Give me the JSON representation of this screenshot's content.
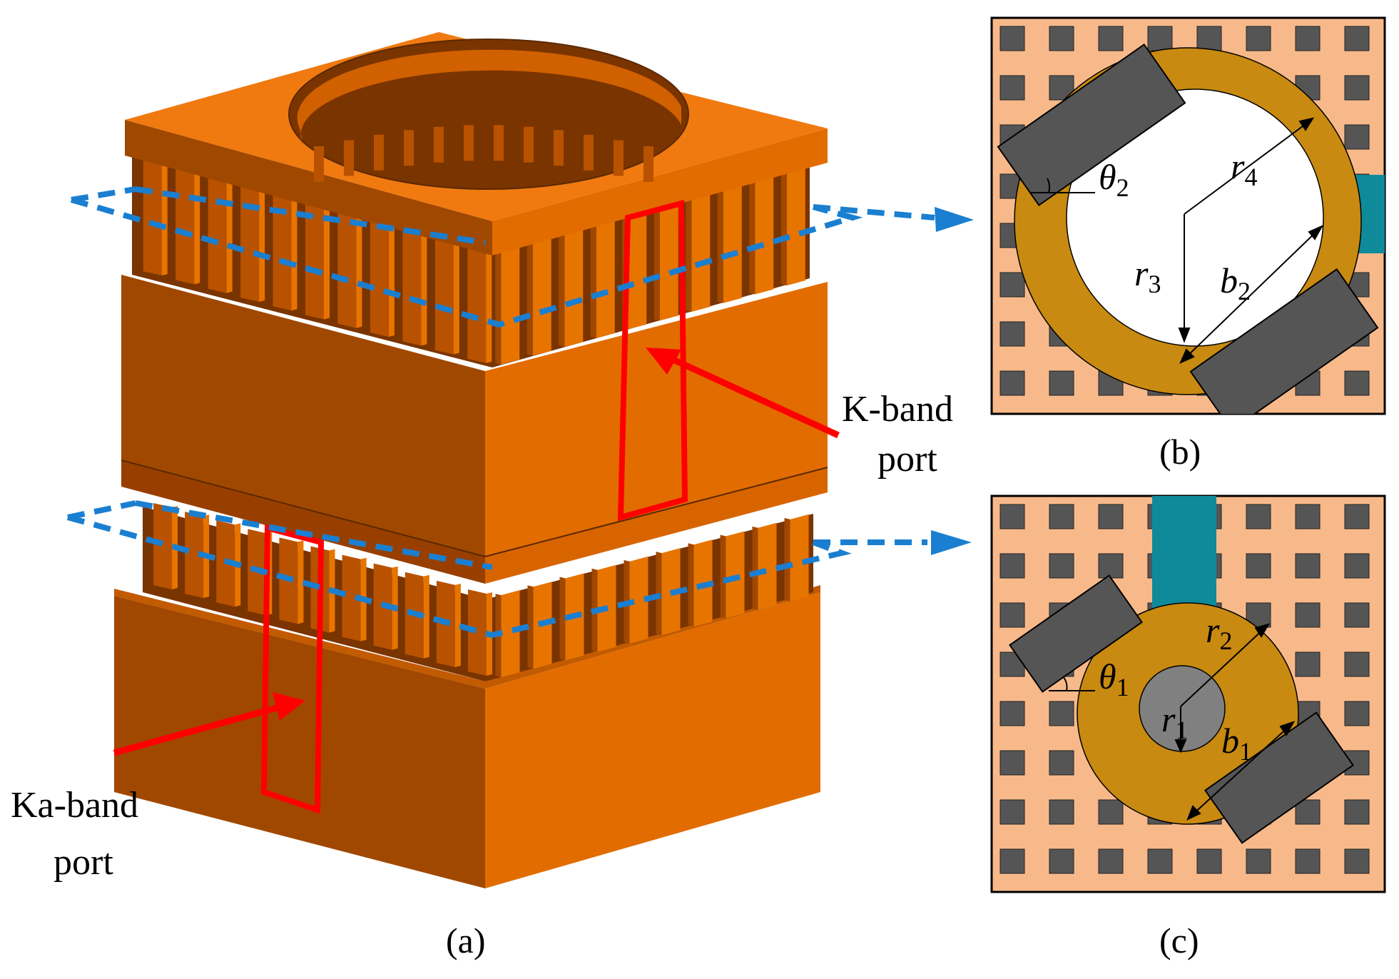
{
  "panels": {
    "a": {
      "caption": "(a)",
      "k_band_label": [
        "K-band",
        "port"
      ],
      "ka_band_label": [
        "Ka-band",
        "port"
      ]
    },
    "b": {
      "caption": "(b)",
      "symbols": {
        "theta": "θ",
        "theta_sub": "2",
        "r4": "r",
        "r4_sub": "4",
        "r3": "r",
        "r3_sub": "3",
        "b": "b",
        "b_sub": "2"
      }
    },
    "c": {
      "caption": "(c)",
      "symbols": {
        "theta": "θ",
        "theta_sub": "1",
        "r2": "r",
        "r2_sub": "2",
        "r1": "r",
        "r1_sub": "1",
        "b": "b",
        "b_sub": "1"
      }
    }
  },
  "colors": {
    "copper_front": "#e26c00",
    "copper_side": "#a04800",
    "copper_top": "#f07a10",
    "port_outline": "#ff0000",
    "section_arrow": "#1a7fd0",
    "pad_background": "#f8b98a",
    "pin": "#555555",
    "ring": "#c88a10",
    "feed": "#0e8a9a",
    "inner_conductor": "#808080"
  }
}
